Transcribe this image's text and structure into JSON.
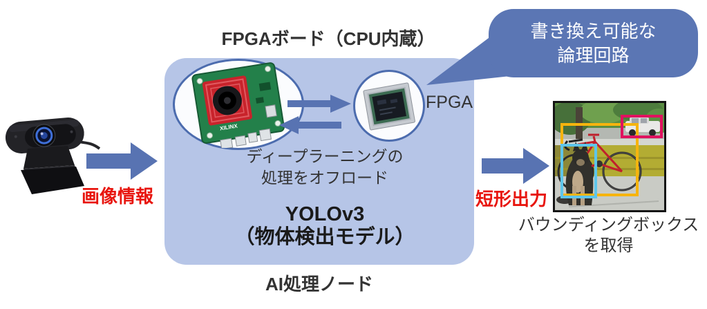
{
  "colors": {
    "panel_fill": "#b6c5e7",
    "accent_blue": "#5b76b4",
    "circle_border": "#4c6cae",
    "red_label": "#e8150e",
    "text_dark": "#333333"
  },
  "input": {
    "device": "webcam",
    "label": "画像情報"
  },
  "fpga_board": {
    "title": "FPGAボード（CPU内蔵）",
    "board_brand": "XILINX",
    "chip_label": "FPGA",
    "offload_line1": "ディープラーニングの",
    "offload_line2": "処理をオフロード",
    "model_line1": "YOLOv3",
    "model_line2": "（物体検出モデル）",
    "node_label": "AI処理ノード"
  },
  "bubble": {
    "line1": "書き換え可能な",
    "line2": "論理回路"
  },
  "output": {
    "label": "短形出力",
    "caption_line1": "バウンディングボックス",
    "caption_line2": "を取得",
    "boxes": [
      {
        "object": "dog",
        "color": "#5ec5ea"
      },
      {
        "object": "bicycle",
        "color": "#f6b40e"
      },
      {
        "object": "car",
        "color": "#e0125f"
      }
    ]
  }
}
